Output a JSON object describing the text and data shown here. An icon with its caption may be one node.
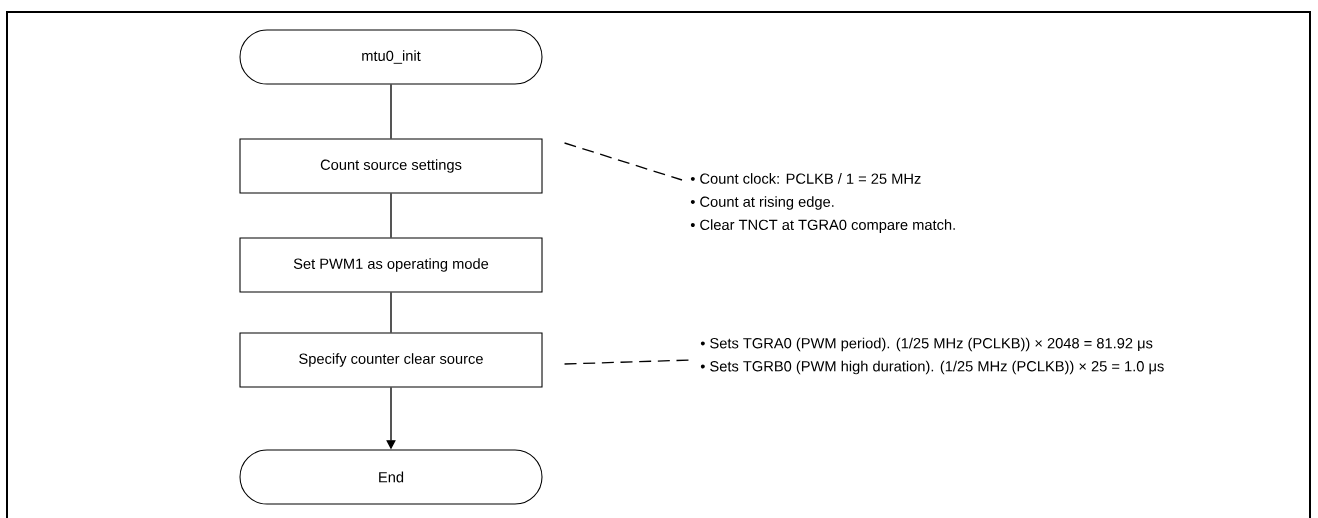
{
  "diagram": {
    "nodes": [
      {
        "text": [
          "mtu0_init"
        ]
      },
      {
        "text": [
          "Count source settings"
        ]
      },
      {
        "text": [
          "Set PWM1 as operating mode"
        ]
      },
      {
        "text": [
          "Specify counter clear source"
        ]
      },
      {
        "text": [
          "End"
        ]
      },
      {
        "text": [
          "• Count clock: PCLKB / 1 = 25 MHz",
          "• Count at rising edge.",
          "• Clear TNCT at TGRA0 compare match."
        ]
      },
      {
        "text": [
          "• Sets TGRA0 (PWM period). (1/25 MHz (PCLKB)) × 2048 = 81.92 μs",
          "• Sets TGRB0 (PWM high duration). (1/25 MHz (PCLKB)) × 25 = 1.0 μs"
        ]
      }
    ],
    "edges": [
      {
        "from": 0,
        "to": 1,
        "arrow": "none"
      },
      {
        "from": 1,
        "to": 2,
        "arrow": "none"
      },
      {
        "from": 2,
        "to": 3,
        "arrow": "none"
      },
      {
        "from": 3,
        "to": 4,
        "arrow": "to"
      },
      {
        "from": 1,
        "to": 5,
        "arrow": "none",
        "style": "dashed"
      },
      {
        "from": 3,
        "to": 6,
        "arrow": "none",
        "style": "dashed"
      }
    ]
  }
}
